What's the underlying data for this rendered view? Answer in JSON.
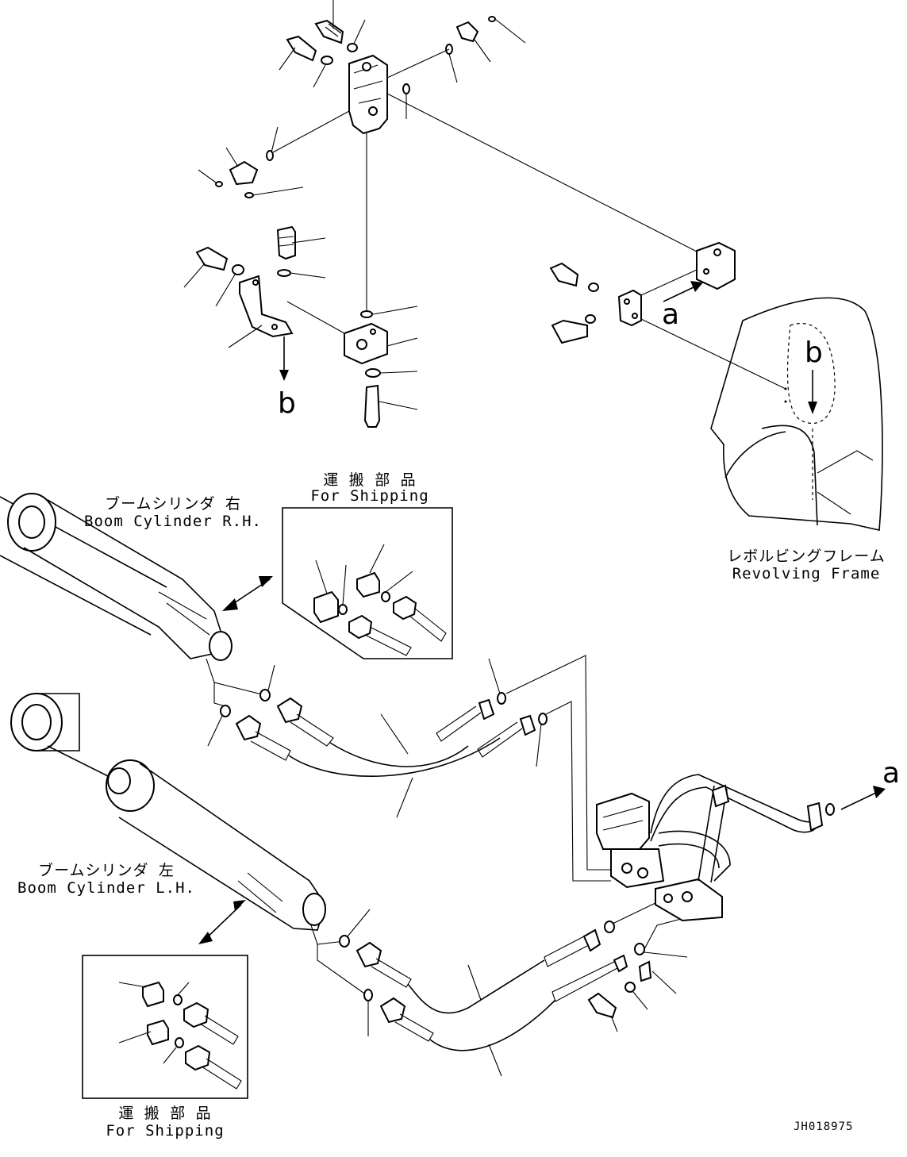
{
  "labels": {
    "boom_rh_jp": "ブームシリンダ 右",
    "boom_rh_en": "Boom Cylinder R.H.",
    "boom_lh_jp": "ブームシリンダ 左",
    "boom_lh_en": "Boom Cylinder L.H.",
    "shipping_top_jp": "運 搬 部 品",
    "shipping_top_en": "For Shipping",
    "shipping_bottom_jp": "運 搬 部 品",
    "shipping_bottom_en": "For Shipping",
    "frame_jp": "レボルビングフレーム",
    "frame_en": "Revolving Frame",
    "ref_a_1": "a",
    "ref_a_2": "a",
    "ref_b_1": "b",
    "ref_b_2": "b",
    "drawing_no": "JH018975"
  }
}
